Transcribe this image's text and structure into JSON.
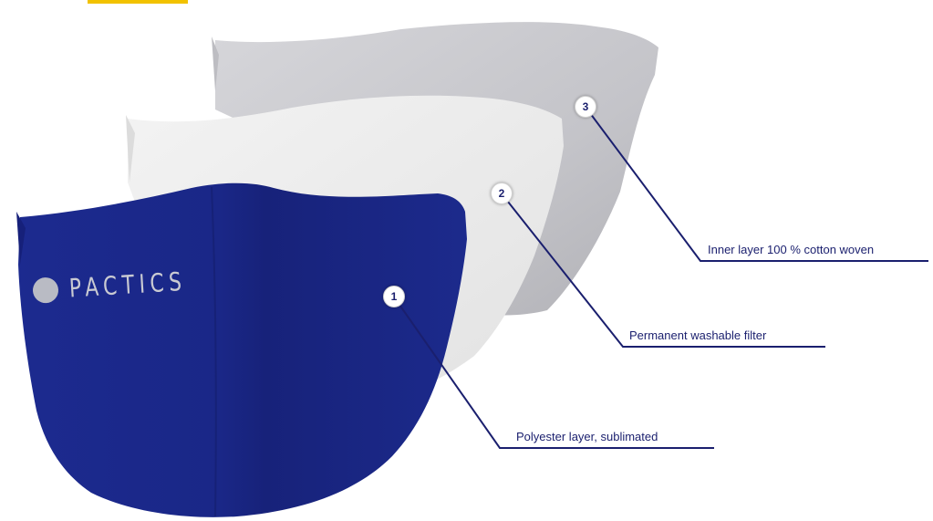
{
  "brand": {
    "wordmark": "PACTICS"
  },
  "layers": [
    {
      "number": "1",
      "label": "Polyester layer, sublimated",
      "color": "#1b2a8c"
    },
    {
      "number": "2",
      "label": "Permanent washable filter",
      "color": "#ececec"
    },
    {
      "number": "3",
      "label": "Inner layer 100 % cotton woven",
      "color": "#c7c7cb"
    }
  ],
  "colors": {
    "leader_line": "#1a1f6e",
    "accent_top_left": "#f2c200"
  }
}
